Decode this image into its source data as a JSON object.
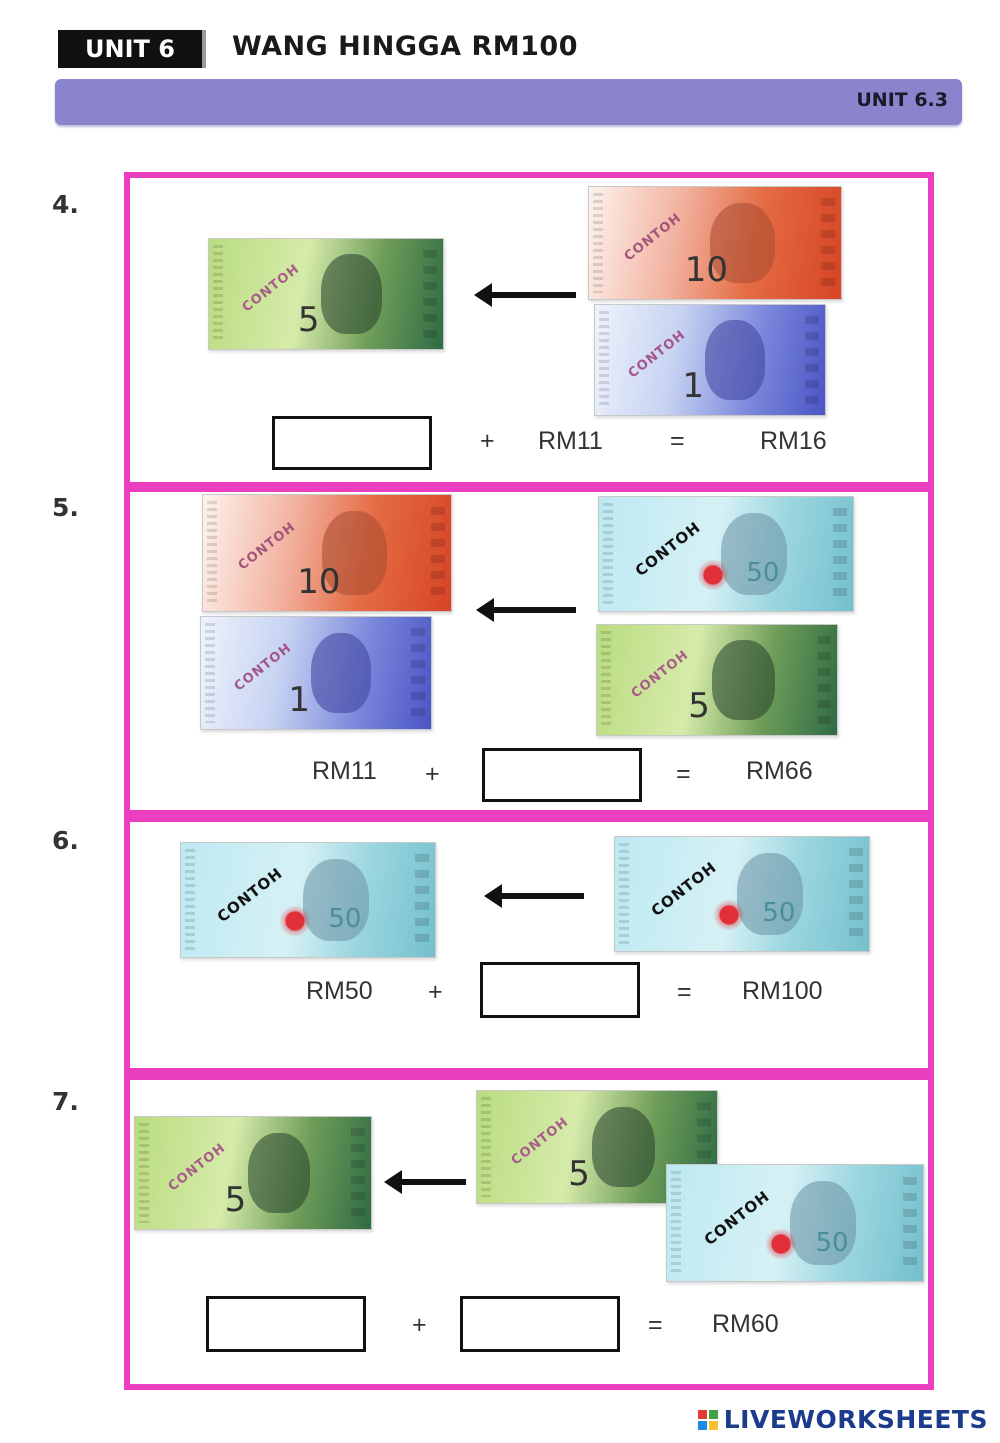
{
  "header": {
    "unit_badge": "UNIT 6",
    "title": "WANG HINGGA RM100",
    "subunit": "UNIT 6.3"
  },
  "note_text": {
    "contoh": "CONTOH",
    "d5": "5",
    "d10": "10",
    "d1": "1",
    "d50": "50"
  },
  "questions": [
    {
      "number": "4.",
      "plus": "+",
      "term2": "RM11",
      "equals": "=",
      "total": "RM16"
    },
    {
      "number": "5.",
      "term1": "RM11",
      "plus": "+",
      "equals": "=",
      "total": "RM66"
    },
    {
      "number": "6.",
      "term1": "RM50",
      "plus": "+",
      "equals": "=",
      "total": "RM100"
    },
    {
      "number": "7.",
      "plus": "+",
      "equals": "=",
      "total": "RM60"
    }
  ],
  "footer": {
    "brand": "LIVEWORKSHEETS",
    "logo_colors": [
      "#e53935",
      "#43a047",
      "#1e88e5",
      "#fbc02d"
    ]
  }
}
